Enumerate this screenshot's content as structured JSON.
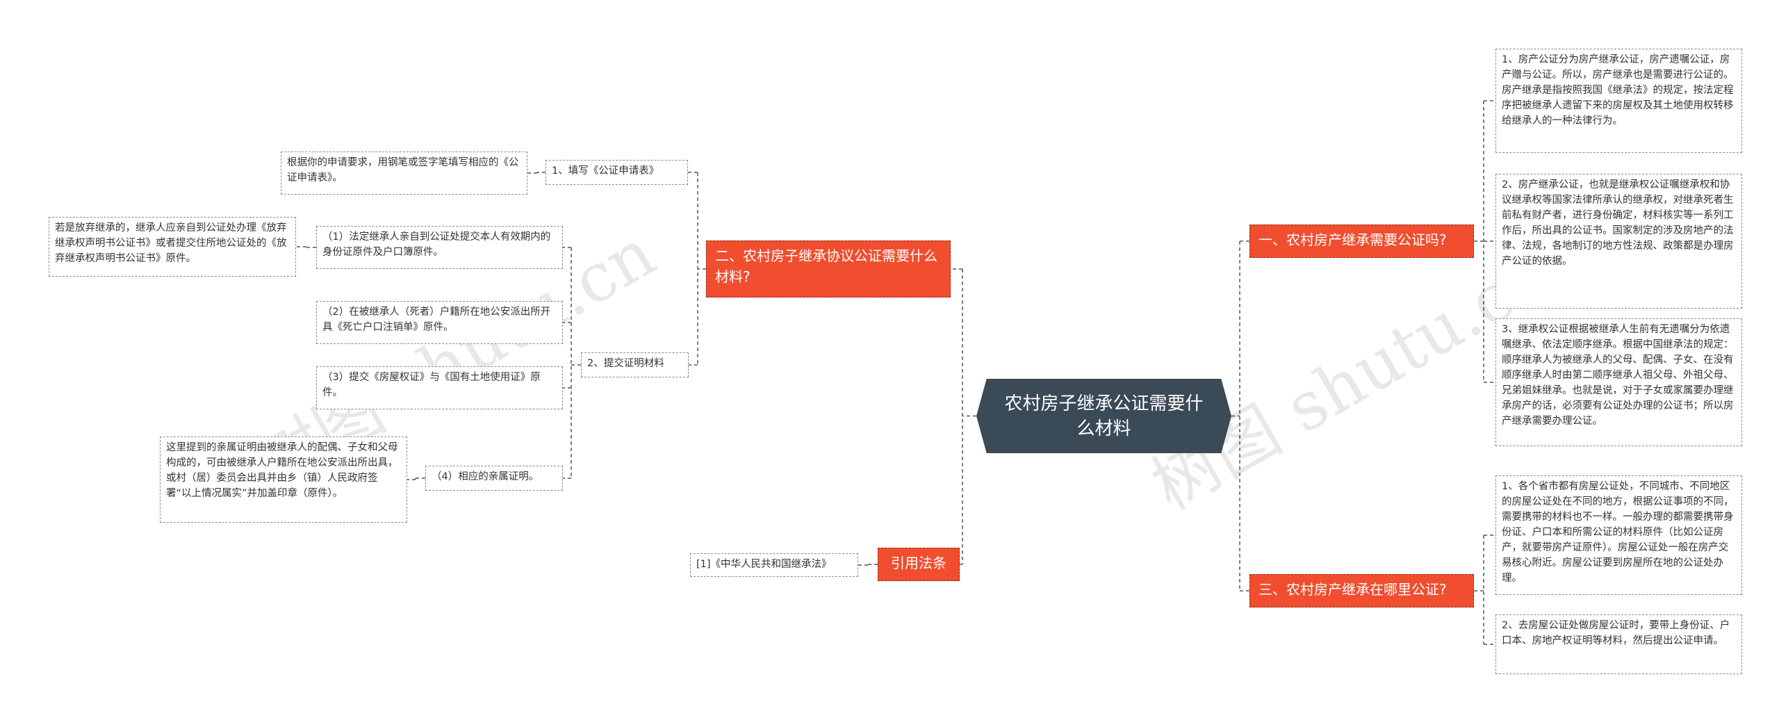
{
  "root": {
    "title": "农村房子继承公证需要什么材料"
  },
  "left": {
    "branch_materials": {
      "label": "二、农村房子继承协议公证需要什么材料?",
      "step1": {
        "label": "1、填写《公证申请表》",
        "detail": "根据你的申请要求，用钢笔或签字笔填写相应的《公证申请表》。"
      },
      "step2": {
        "label": "2、提交证明材料",
        "items": [
          {
            "label": "（1）法定继承人亲自到公证处提交本人有效期内的身份证原件及户口簿原件。",
            "note": "若是放弃继承的，继承人应亲自到公证处办理《放弃继承权声明书公证书》或者提交住所地公证处的《放弃继承权声明书公证书》原件。"
          },
          {
            "label": "（2）在被继承人（死者）户籍所在地公安派出所开具《死亡户口注销单》原件。"
          },
          {
            "label": "（3）提交《房屋权证》与《国有土地使用证》原件。"
          },
          {
            "label": "（4）相应的亲属证明。",
            "note": "这里提到的亲属证明由被继承人的配偶、子女和父母构成的，可由被继承人户籍所在地公安派出所出具，或村（居）委员会出具并由乡（镇）人民政府签署“以上情况属实”并加盖印章（原件）。"
          }
        ]
      }
    },
    "branch_law": {
      "label": "引用法条",
      "ref": "[1]《中华人民共和国继承法》"
    }
  },
  "right": {
    "branch_need": {
      "label": "一、农村房产继承需要公证吗?",
      "items": [
        "1、房产公证分为房产继承公证，房产遗嘱公证，房产赠与公证。所以，房产继承也是需要进行公证的。房产继承是指按照我国《继承法》的规定，按法定程序把被继承人遗留下来的房屋权及其土地使用权转移给继承人的一种法律行为。",
        "2、房产继承公证，也就是继承权公证嘱继承权和协议继承权等国家法律所承认的继承权，对继承死者生前私有财产者，进行身份确定，材料核实等一系列工作后，所出具的公证书。国家制定的涉及房地产的法律、法规，各地制订的地方性法规、政策都是办理房产公证的依据。",
        "3、继承权公证根据被继承人生前有无遗嘱分为依遗嘱继承、依法定顺序继承。根据中国继承法的规定：顺序继承人为被继承人的父母、配偶、子女、在没有顺序继承人时由第二顺序继承人祖父母、外祖父母、兄弟姐妹继承。也就是说，对于子女或家属要办理继承房产的话，必须要有公证处办理的公证书；所以房产继承需要办理公证。"
      ]
    },
    "branch_where": {
      "label": "三、农村房产继承在哪里公证?",
      "items": [
        "1、各个省市都有房屋公证处，不同城市、不同地区的房屋公证处在不同的地方，根据公证事项的不同，需要携带的材料也不一样。一般办理的都需要携带身份证、户口本和所需公证的材料原件（比如公证房产，就要带房产证原件）。房屋公证处一般在房产交易核心附近。房屋公证要到房屋所在地的公证处办理。",
        "2、去房屋公证处做房屋公证时，要带上身份证、户口本、房地产权证明等材料，然后提出公证申请。"
      ]
    }
  },
  "watermark": "树图 shutu.cn",
  "colors": {
    "root_bg": "#3a4a57",
    "branch_bg": "#f04e2f",
    "line": "#555555",
    "leaf_border": "#8a8a8a"
  }
}
